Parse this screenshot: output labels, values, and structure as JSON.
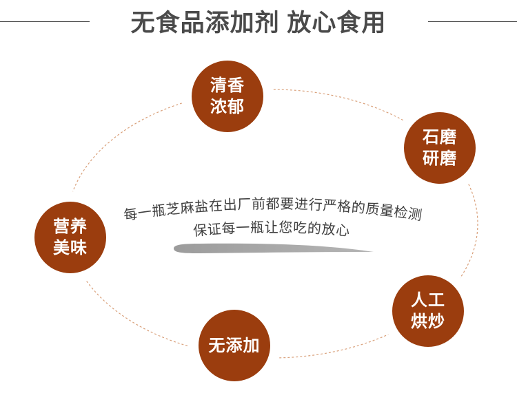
{
  "title": "无食品添加剂 放心食用",
  "features": [
    {
      "lines": [
        "清香",
        "浓郁"
      ]
    },
    {
      "lines": [
        "石磨",
        "研磨"
      ]
    },
    {
      "lines": [
        "人工",
        "烘炒"
      ]
    },
    {
      "lines": [
        "无添加"
      ]
    },
    {
      "lines": [
        "营养",
        "美味"
      ]
    }
  ],
  "center_text": {
    "line1": "每一瓶芝麻盐在出厂前都要进行严格的质量检测",
    "line2": "保证每一瓶让您吃的放心"
  },
  "colors": {
    "badge": "#9b3d0e",
    "title": "#4a4a4a",
    "text": "#3f3f3f",
    "orbit": "#d9a07a",
    "brush": "#9c9c9c"
  }
}
